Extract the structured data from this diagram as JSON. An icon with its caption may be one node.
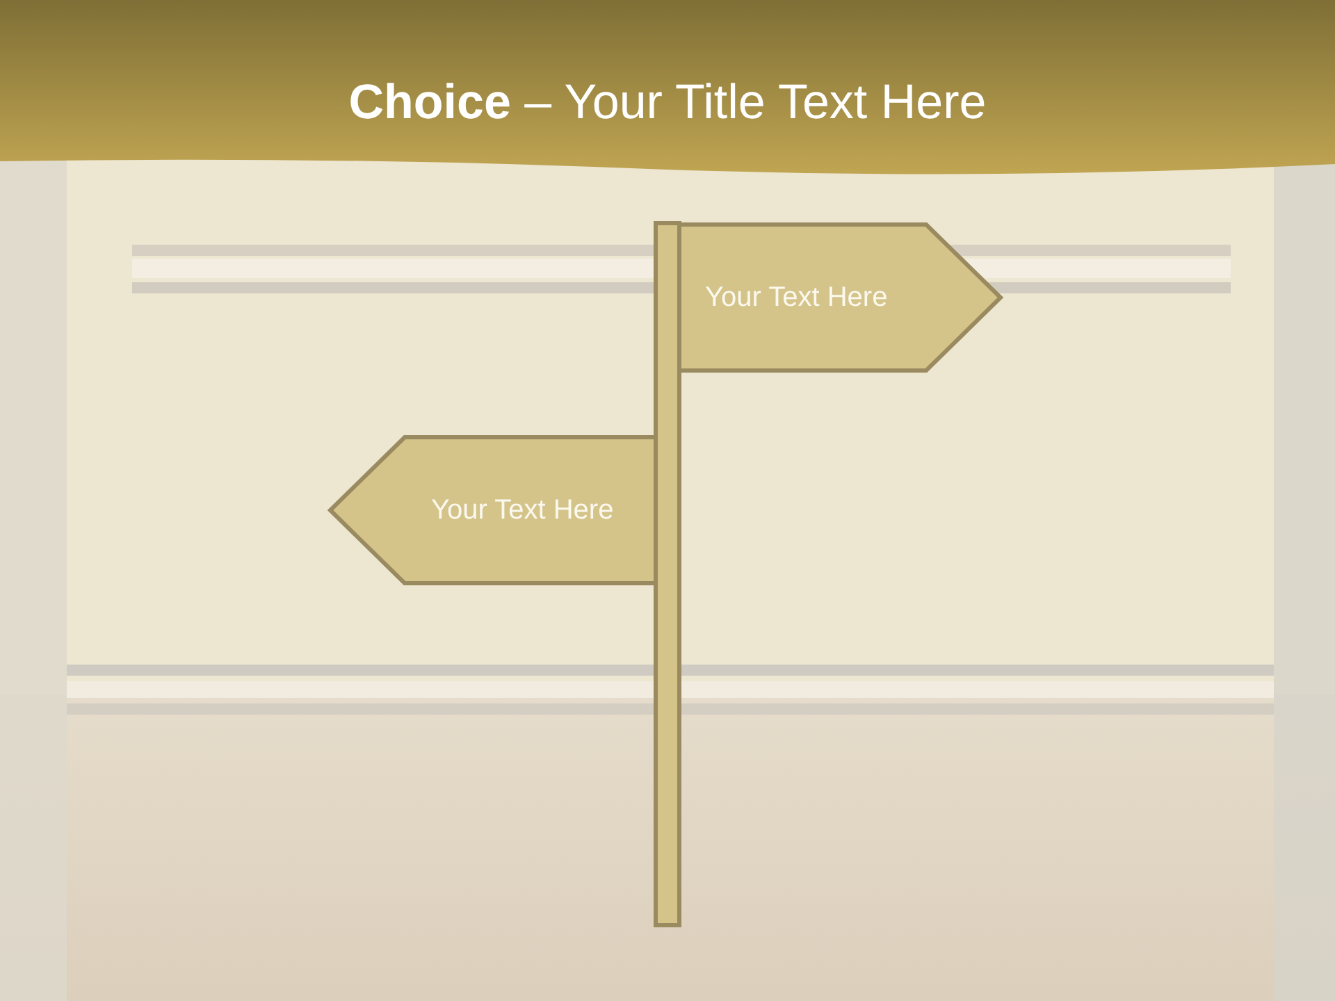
{
  "diagram": {
    "title": "**Choice** – Your Title Text Here",
    "nodes": [
      {
        "text": [
          "Your Text Here"
        ]
      },
      {
        "text": [
          "Your Text Here"
        ]
      },
      {
        "text": [],
        "shape": "bar"
      }
    ]
  }
}
